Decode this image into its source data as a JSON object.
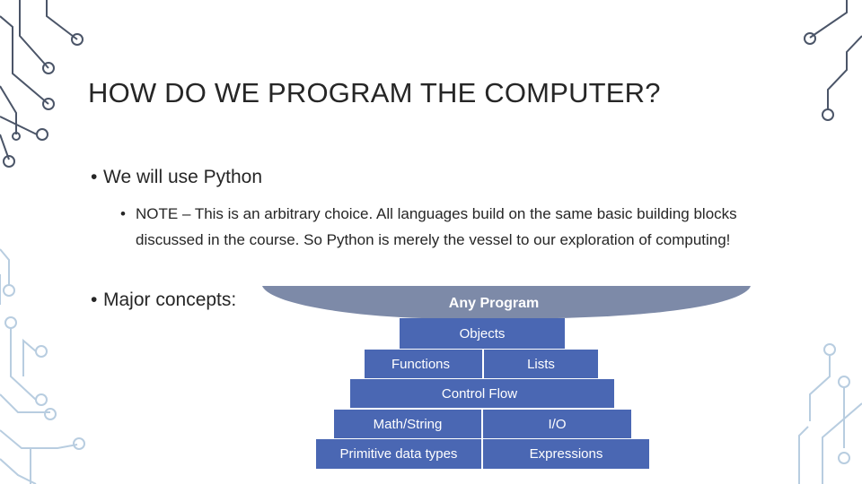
{
  "slide": {
    "title": "HOW DO WE PROGRAM THE COMPUTER?",
    "bullets": {
      "level1_a": "We will use Python",
      "level2_a": "NOTE – This is an arbitrary choice. All languages build on the same basic building blocks discussed in the course. So Python is merely the vessel to our exploration of computing!",
      "level1_b": "Major concepts:"
    }
  },
  "diagram": {
    "top": "Any Program",
    "rows": [
      [
        "Objects"
      ],
      [
        "Functions",
        "Lists"
      ],
      [
        "Control Flow"
      ],
      [
        "Math/String",
        "I/O"
      ],
      [
        "Primitive data types",
        "Expressions"
      ]
    ]
  },
  "colors": {
    "block": "#4a67b3",
    "bowl": "#7d8aa8",
    "circuit_dark": "#4b5568",
    "circuit_light": "#b8cde0"
  }
}
